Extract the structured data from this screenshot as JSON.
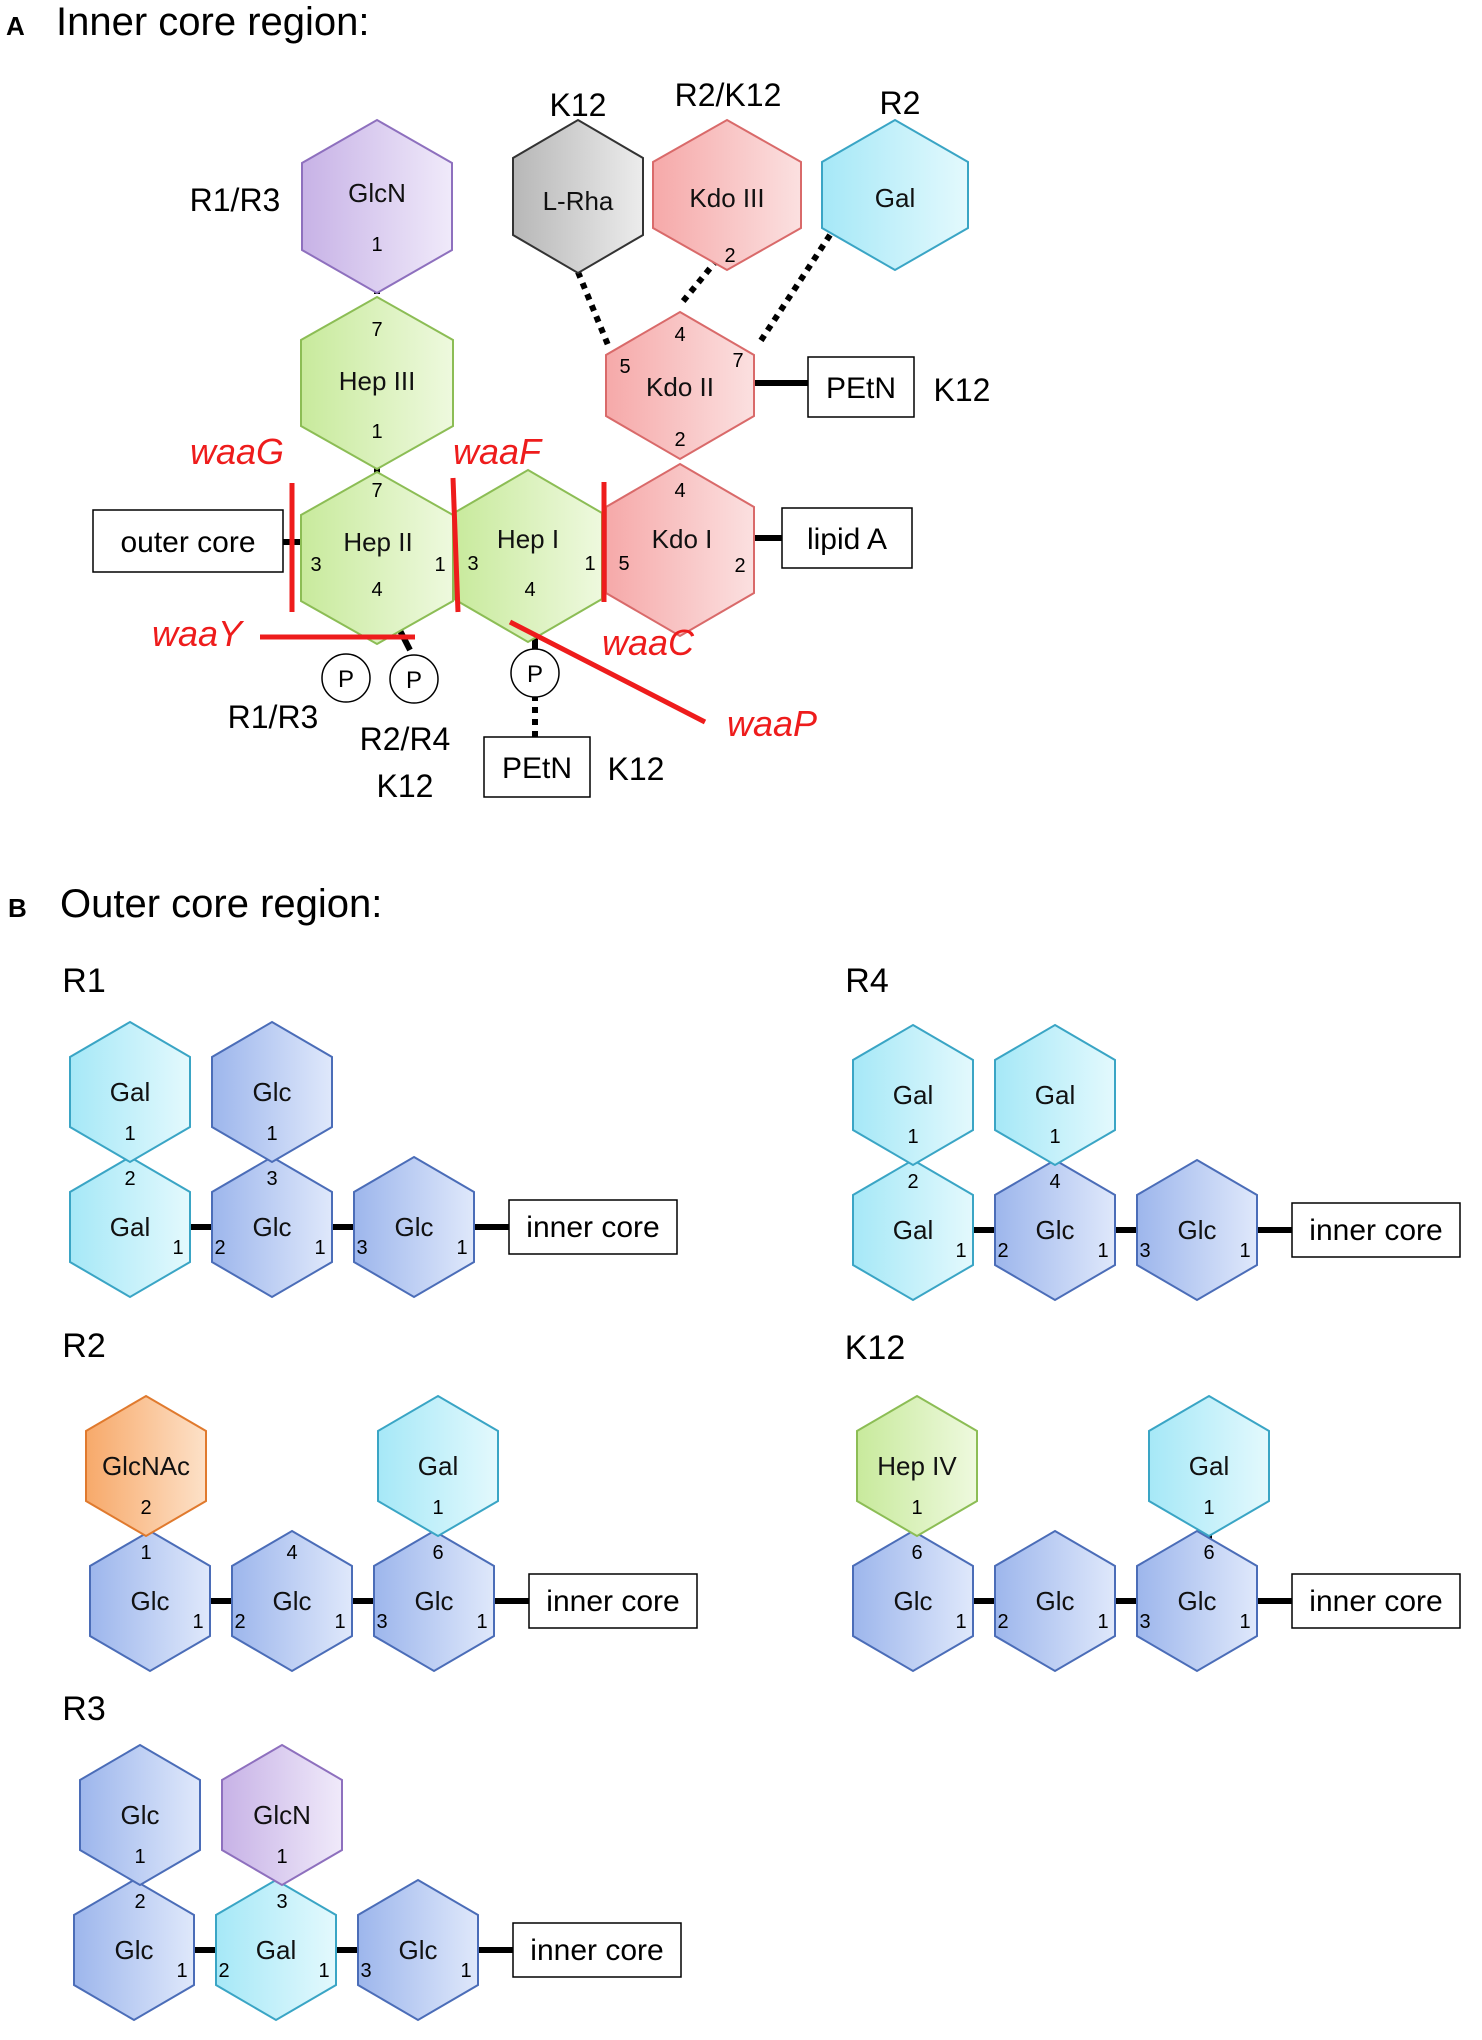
{
  "panel_a": {
    "letter": "A",
    "title": "Inner core region:",
    "sugars": [
      {
        "id": "glcn_top",
        "name": "GlcN",
        "color": "purple"
      },
      {
        "id": "hep3",
        "name": "Hep III",
        "color": "green"
      },
      {
        "id": "hep2",
        "name": "Hep II",
        "color": "green"
      },
      {
        "id": "hep1",
        "name": "Hep I",
        "color": "green"
      },
      {
        "id": "kdo1",
        "name": "Kdo I",
        "color": "red"
      },
      {
        "id": "kdo2",
        "name": "Kdo II",
        "color": "red"
      },
      {
        "id": "kdo3",
        "name": "Kdo III",
        "color": "red"
      },
      {
        "id": "lrha",
        "name": "L-Rha",
        "color": "gray"
      },
      {
        "id": "gal_top",
        "name": "Gal",
        "color": "cyan"
      }
    ],
    "boxes": {
      "outer_core": "outer core",
      "lipid_a": "lipid A",
      "petn_kdo": "PEtN",
      "petn_hep": "PEtN"
    },
    "strains": {
      "glcn": "R1/R3",
      "lrha": "K12",
      "kdo3": "R2/K12",
      "gal": "R2",
      "petn_kdo": "K12",
      "petn_hep": "K12",
      "p_left": "R1/R3",
      "p_right_1": "R2/R4",
      "p_right_2": "K12"
    },
    "genes": {
      "waaG": "waaG",
      "waaF": "waaF",
      "waaY": "waaY",
      "waaC": "waaC",
      "waaP": "waaP"
    },
    "phosphate": "P",
    "positions": {
      "glcn_1": "1",
      "hep3_7": "7",
      "hep3_1": "1",
      "hep2_7": "7",
      "hep2_3": "3",
      "hep2_1": "1",
      "hep2_4": "4",
      "hep1_3": "3",
      "hep1_1": "1",
      "hep1_4": "4",
      "kdo1_5": "5",
      "kdo1_4": "4",
      "kdo1_2": "2",
      "kdo2_2": "2",
      "kdo2_4": "4",
      "kdo2_5": "5",
      "kdo2_7": "7",
      "kdo3_2": "2"
    }
  },
  "panel_b": {
    "letter": "B",
    "title": "Outer core region:",
    "inner_core_label": "inner core",
    "r1": {
      "label": "R1",
      "top": [
        "Gal",
        "Glc"
      ],
      "chain": [
        "Gal",
        "Glc",
        "Glc"
      ],
      "pos": {
        "a_top": "1",
        "a_bot": "2",
        "b_top": "1",
        "b_bot": "3",
        "l1a": "1",
        "l1b": "2",
        "l2a": "1",
        "l2b": "3",
        "l3": "1"
      }
    },
    "r4": {
      "label": "R4",
      "top": [
        "Gal",
        "Gal"
      ],
      "chain": [
        "Gal",
        "Glc",
        "Glc"
      ],
      "pos": {
        "a_top": "1",
        "a_bot": "2",
        "b_top": "1",
        "b_bot": "4",
        "l1a": "1",
        "l1b": "2",
        "l2a": "1",
        "l2b": "3",
        "l3": "1"
      }
    },
    "r2": {
      "label": "R2",
      "top": [
        "GlcNAc",
        "Gal"
      ],
      "chain": [
        "Glc",
        "Glc",
        "Glc"
      ],
      "pos": {
        "a_top": "2",
        "a_bot": "1",
        "mid": "4",
        "b_top": "1",
        "b_bot": "6",
        "l1a": "1",
        "l1b": "2",
        "l2a": "1",
        "l2b": "3",
        "l3": "1"
      }
    },
    "k12": {
      "label": "K12",
      "top": [
        "Hep IV",
        "Gal"
      ],
      "chain": [
        "Glc",
        "Glc",
        "Glc"
      ],
      "pos": {
        "a_top": "1",
        "a_bot": "6",
        "b_top": "1",
        "b_bot": "6",
        "l1a": "1",
        "l1b": "2",
        "l2a": "1",
        "l2b": "3",
        "l3": "1"
      }
    },
    "r3": {
      "label": "R3",
      "top": [
        "Glc",
        "GlcN"
      ],
      "chain": [
        "Glc",
        "Gal",
        "Glc"
      ],
      "pos": {
        "a_top": "1",
        "a_bot": "2",
        "b_top": "1",
        "b_bot": "3",
        "l1a": "1",
        "l1b": "2",
        "l2a": "1",
        "l2b": "3",
        "l3": "1"
      }
    }
  },
  "colors": {
    "green": [
      "#c8ea9c",
      "#eef9de",
      "#8cbd55"
    ],
    "red": [
      "#f6a9a9",
      "#fbe0e0",
      "#d96a6a"
    ],
    "purple": [
      "#c7b2e6",
      "#f0eafa",
      "#8e70be"
    ],
    "gray": [
      "#b7b7b7",
      "#ececec",
      "#333333"
    ],
    "cyan": [
      "#a6e8f7",
      "#e3f9fd",
      "#3aa5c5"
    ],
    "blue": [
      "#9db6ec",
      "#dfe8fb",
      "#4b6db8"
    ],
    "orange": [
      "#f7a96a",
      "#fde1c8",
      "#e07a2e"
    ],
    "gene_red": "#ee1c1c"
  }
}
